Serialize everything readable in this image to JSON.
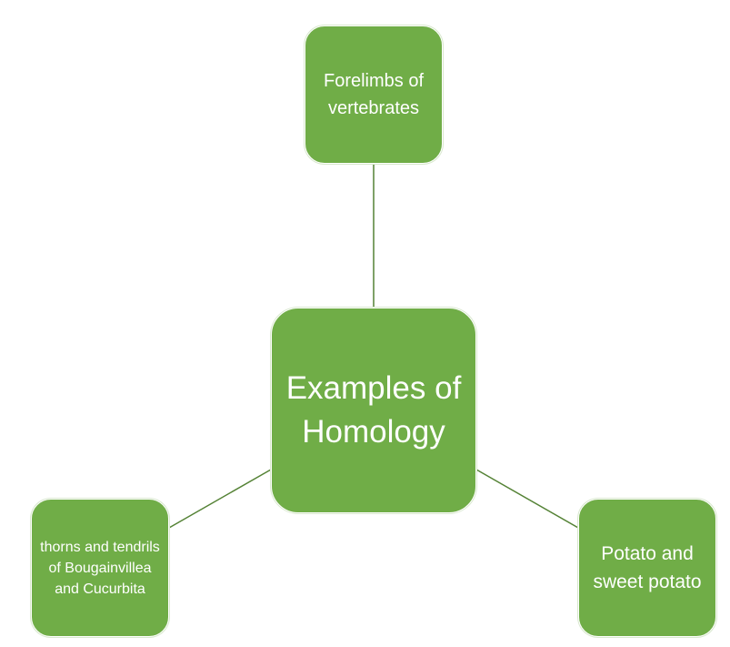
{
  "diagram": {
    "center": {
      "label": "Examples of Homology"
    },
    "branches": [
      {
        "id": "top",
        "label": "Forelimbs of vertebrates"
      },
      {
        "id": "left",
        "label": "thorns and tendrils of Bougainvillea and Cucurbita"
      },
      {
        "id": "right",
        "label": "Potato and sweet potato"
      }
    ]
  },
  "colors": {
    "node_fill": "#70ad47",
    "connector": "#548235",
    "text": "#ffffff"
  }
}
